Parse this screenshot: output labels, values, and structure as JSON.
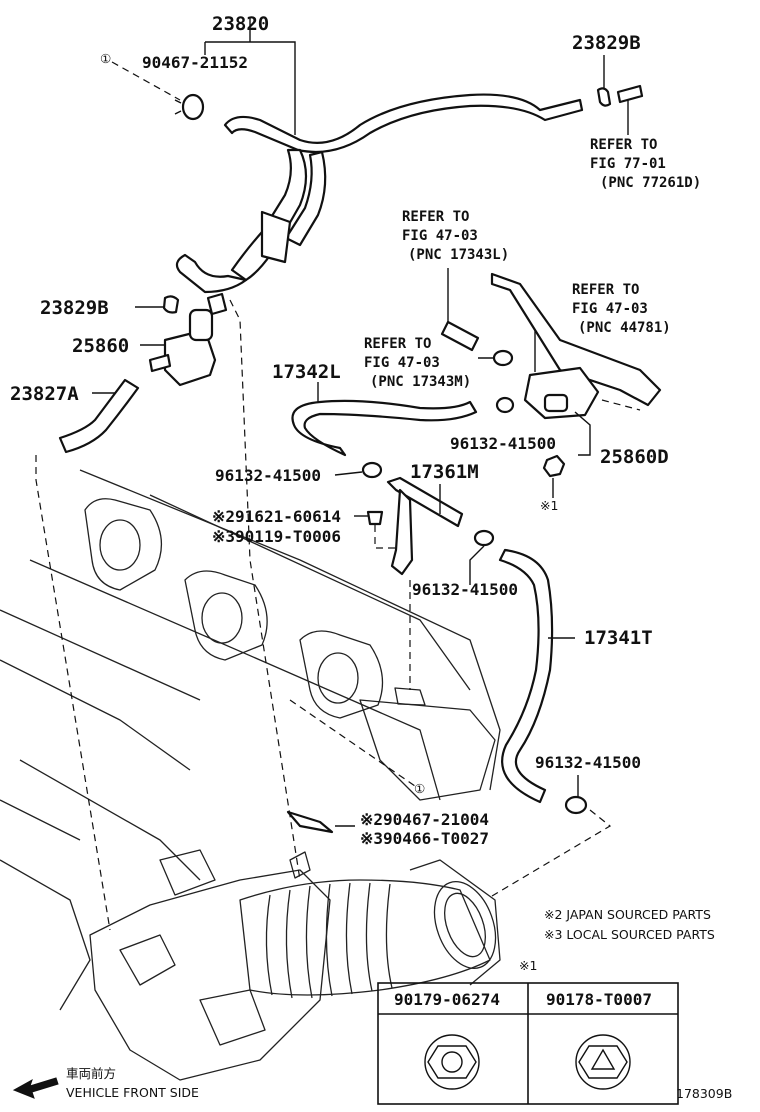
{
  "callouts": {
    "hose_assy": "23820",
    "clamp_top": "90467-21152",
    "clamp_b_top": "23829B",
    "refer_77": [
      "REFER TO",
      "FIG 77-01",
      "(PNC 77261D)"
    ],
    "refer_17343l": [
      "REFER TO",
      "FIG 47-03",
      "(PNC 17343L)"
    ],
    "refer_44781": [
      "REFER TO",
      "FIG 47-03",
      "(PNC 44781)"
    ],
    "clamp_b_left": "23829B",
    "vsv": "25860",
    "hose_a": "23827A",
    "refer_17343m": [
      "REFER TO",
      "FIG 47-03",
      "(PNC 17343M)"
    ],
    "hose_l": "17342L",
    "clip_1": "96132-41500",
    "vsv_d": "25860D",
    "clip_2": "96132-41500",
    "pipe_m": "17361M",
    "bolt_japan": "※291621-60614",
    "bolt_local": "※390119-T0006",
    "clip_3": "96132-41500",
    "hose_t": "17341T",
    "clip_4": "96132-41500",
    "clamp_japan": "※290467-21004",
    "clamp_local": "※390466-T0027"
  },
  "markers": {
    "circle_one_a": "①",
    "circle_one_b": "①",
    "star_one": "※1",
    "star_one_table": "※1"
  },
  "legend": {
    "japan": "※2 JAPAN SOURCED PARTS",
    "local": "※3 LOCAL SOURCED PARTS"
  },
  "nut_table": {
    "col1": "90179-06274",
    "col2": "90178-T0007"
  },
  "direction": {
    "jp": "車両前方",
    "en": "VEHICLE FRONT SIDE"
  },
  "figure_id": "178309B"
}
